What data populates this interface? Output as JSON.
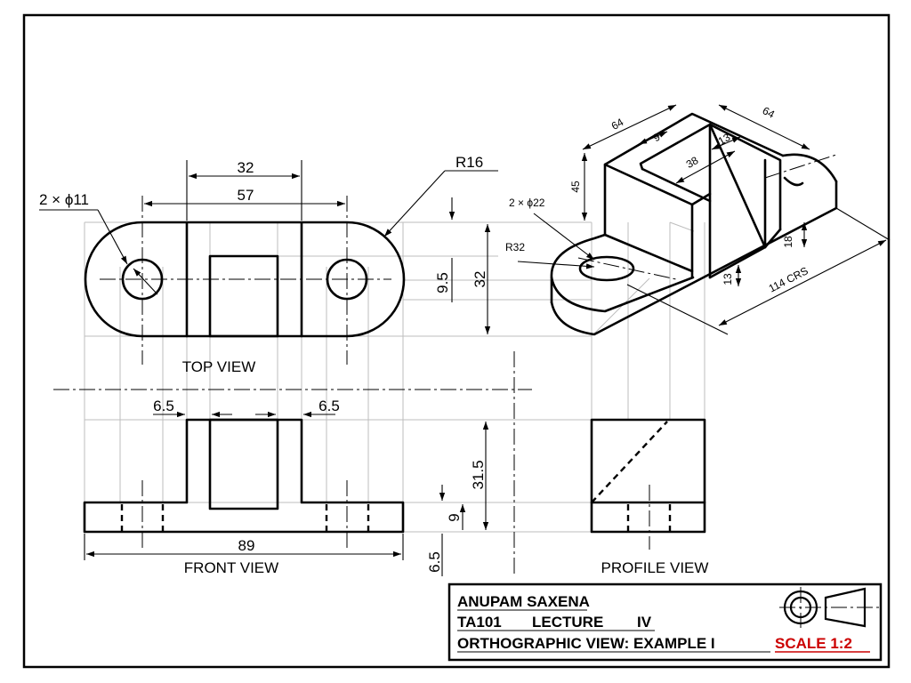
{
  "views": {
    "top": "TOP VIEW",
    "front": "FRONT VIEW",
    "profile": "PROFILE VIEW"
  },
  "dimensions": {
    "top_width_inner": "32",
    "top_width_outer": "57",
    "top_radius": "R16",
    "top_holes": "2 × ϕ11",
    "top_height": "32",
    "top_slot": "9.5",
    "front_step_left": "6.5",
    "front_step_right": "6.5",
    "front_height": "31.5",
    "front_base": "9",
    "front_width": "89",
    "front_offset": "6.5"
  },
  "iso_dimensions": {
    "length_left": "64",
    "length_right": "64",
    "slot_depth": "9",
    "slot_width": "13",
    "top_len": "38",
    "height": "45",
    "holes": "2 × ϕ22",
    "radius": "R32",
    "base_right": "18",
    "base_left": "13",
    "centres": "114 CRS"
  },
  "title_block": {
    "author": "ANUPAM SAXENA",
    "course": "TA101",
    "lecture": "LECTURE",
    "lecture_no": "IV",
    "subject": "ORTHOGRAPHIC VIEW: EXAMPLE I",
    "scale": "SCALE  1:2",
    "scale_color": "#cc0000"
  }
}
